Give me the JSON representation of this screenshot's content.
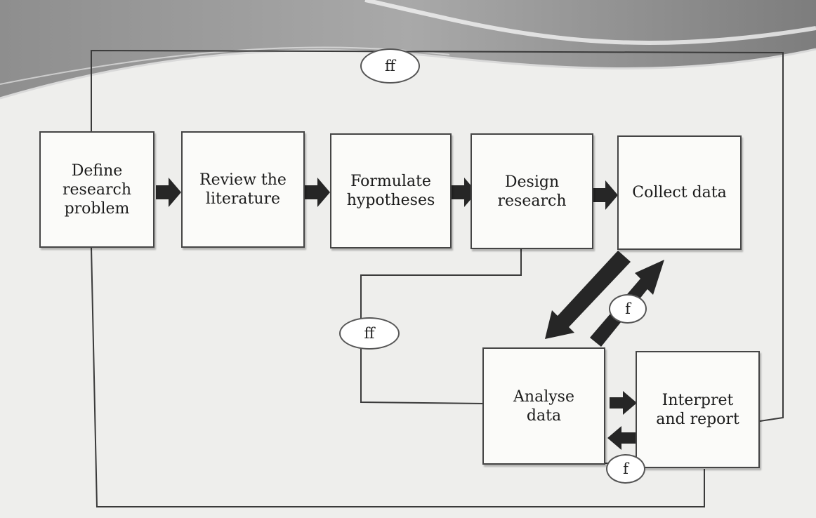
{
  "steps": {
    "define": "Define\nresearch\nproblem",
    "review": "Review the\nliterature",
    "formulate": "Formulate\nhypotheses",
    "design": "Design\nresearch",
    "collect": "Collect data",
    "analyse": "Analyse\ndata",
    "interpret": "Interpret\nand report"
  },
  "feedback": {
    "top": "ff",
    "middle": "ff",
    "collect_analyse": "f",
    "analyse_interpret": "f"
  }
}
